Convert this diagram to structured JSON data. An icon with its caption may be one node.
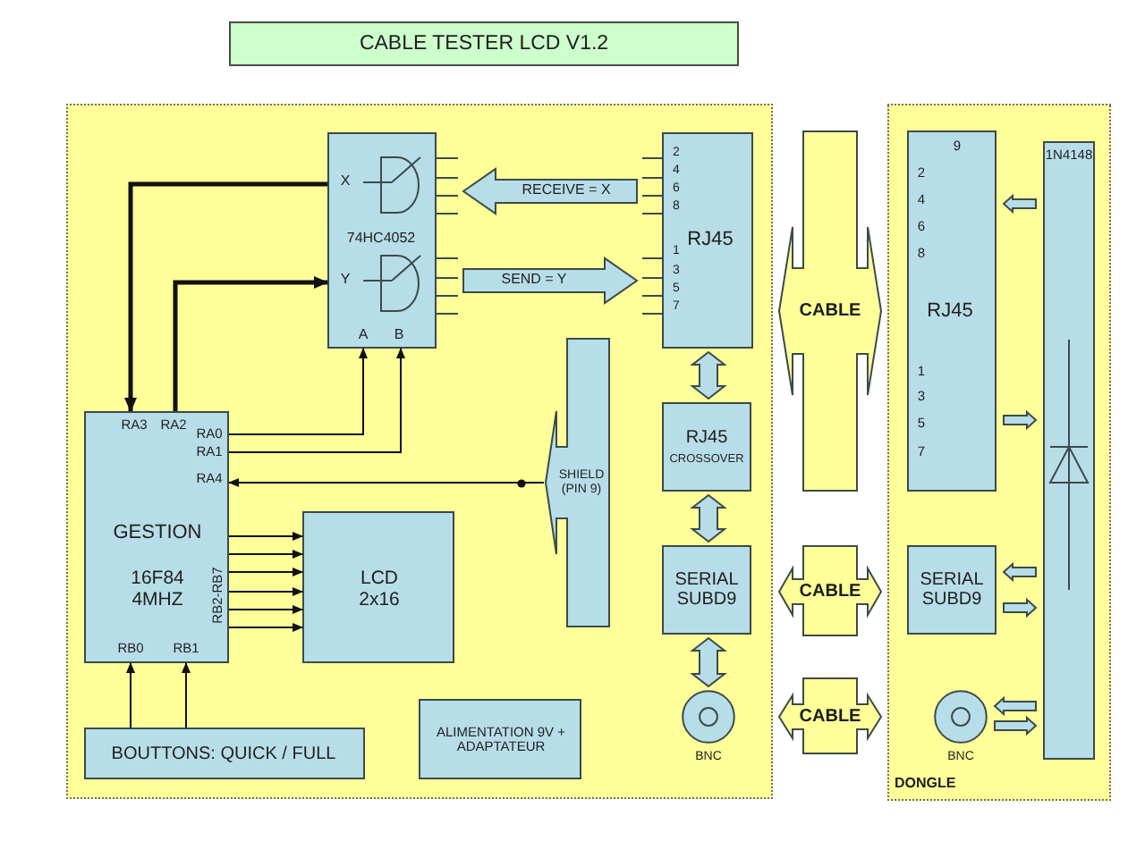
{
  "diagram": {
    "title": "CABLE TESTER LCD V1.2",
    "nodes": [
      {
        "text": [],
        "shape": "box"
      },
      {
        "text": [
          "X",
          "74HC4052",
          "Y",
          "A",
          "B"
        ],
        "in": 0
      },
      {
        "text": [
          "2",
          "4",
          "6",
          "8",
          "RJ45",
          "1",
          "3",
          "5",
          "7"
        ],
        "in": 0
      },
      {
        "text": [
          "RA3",
          "RA2",
          "RA0",
          "RA1",
          "RA4",
          "GESTION",
          "16F84 4MHZ",
          "RB2-RB7",
          "RB0",
          "RB1"
        ],
        "in": 0
      },
      {
        "text": [
          "SHIELD (PIN 9)"
        ],
        "in": 0
      },
      {
        "text": [
          "RJ45",
          "CROSSOVER"
        ],
        "in": 0
      },
      {
        "text": [
          "LCD 2x16"
        ],
        "in": 0
      },
      {
        "text": [
          "SERIAL SUBD9"
        ],
        "in": 0
      },
      {
        "text": [
          "BOUTTONS: QUICK / FULL"
        ],
        "in": 0
      },
      {
        "text": [
          "ALIMENTATION 9V + ADAPTATEUR"
        ],
        "in": 0
      },
      {
        "text": [],
        "shape": "circle",
        "beside": [
          "BNC"
        ],
        "in": 0
      },
      {
        "text": [
          "CABLE"
        ]
      },
      {
        "text": [
          "CABLE"
        ]
      },
      {
        "text": [
          "CABLE"
        ]
      },
      {
        "text": [
          "DONGLE"
        ]
      },
      {
        "text": [
          "9",
          "2",
          "4",
          "6",
          "8",
          "RJ45",
          "1",
          "3",
          "5",
          "7"
        ],
        "in": 14
      },
      {
        "text": [
          "1N4148"
        ],
        "in": 14
      },
      {
        "text": [
          "SERIAL SUBD9"
        ],
        "in": 14
      },
      {
        "text": [],
        "shape": "circle",
        "beside": [
          "BNC"
        ],
        "in": 14
      }
    ],
    "edges": [
      {
        "from": 1,
        "to": 3,
        "arrow": "to",
        "style": "thick"
      },
      {
        "from": 3,
        "to": 1,
        "arrow": "to",
        "style": "thick"
      },
      {
        "from": 2,
        "to": 1,
        "arrow": "to",
        "label": "RECEIVE = X"
      },
      {
        "from": 1,
        "to": 2,
        "arrow": "to",
        "label": "SEND = Y"
      },
      {
        "from": 3,
        "to": 1,
        "arrow": "to"
      },
      {
        "from": 3,
        "to": 1,
        "arrow": "to"
      },
      {
        "from": 4,
        "to": 3,
        "arrow": "to"
      },
      {
        "from": 3,
        "to": 6,
        "arrow": "to"
      },
      {
        "from": 3,
        "to": 6,
        "arrow": "to"
      },
      {
        "from": 3,
        "to": 6,
        "arrow": "to"
      },
      {
        "from": 3,
        "to": 6,
        "arrow": "to"
      },
      {
        "from": 3,
        "to": 6,
        "arrow": "to"
      },
      {
        "from": 3,
        "to": 6,
        "arrow": "to"
      },
      {
        "from": 8,
        "to": 3,
        "arrow": "to"
      },
      {
        "from": 8,
        "to": 3,
        "arrow": "to"
      },
      {
        "from": 2,
        "to": 5,
        "arrow": "both"
      },
      {
        "from": 5,
        "to": 7,
        "arrow": "both"
      },
      {
        "from": 7,
        "to": 10,
        "arrow": "both"
      },
      {
        "from": 16,
        "to": 15,
        "arrow": "to"
      },
      {
        "from": 15,
        "to": 16,
        "arrow": "to"
      },
      {
        "from": 16,
        "to": 17,
        "arrow": "to"
      },
      {
        "from": 17,
        "to": 16,
        "arrow": "to"
      },
      {
        "from": 16,
        "to": 18,
        "arrow": "to"
      },
      {
        "from": 18,
        "to": 16,
        "arrow": "to"
      }
    ]
  }
}
